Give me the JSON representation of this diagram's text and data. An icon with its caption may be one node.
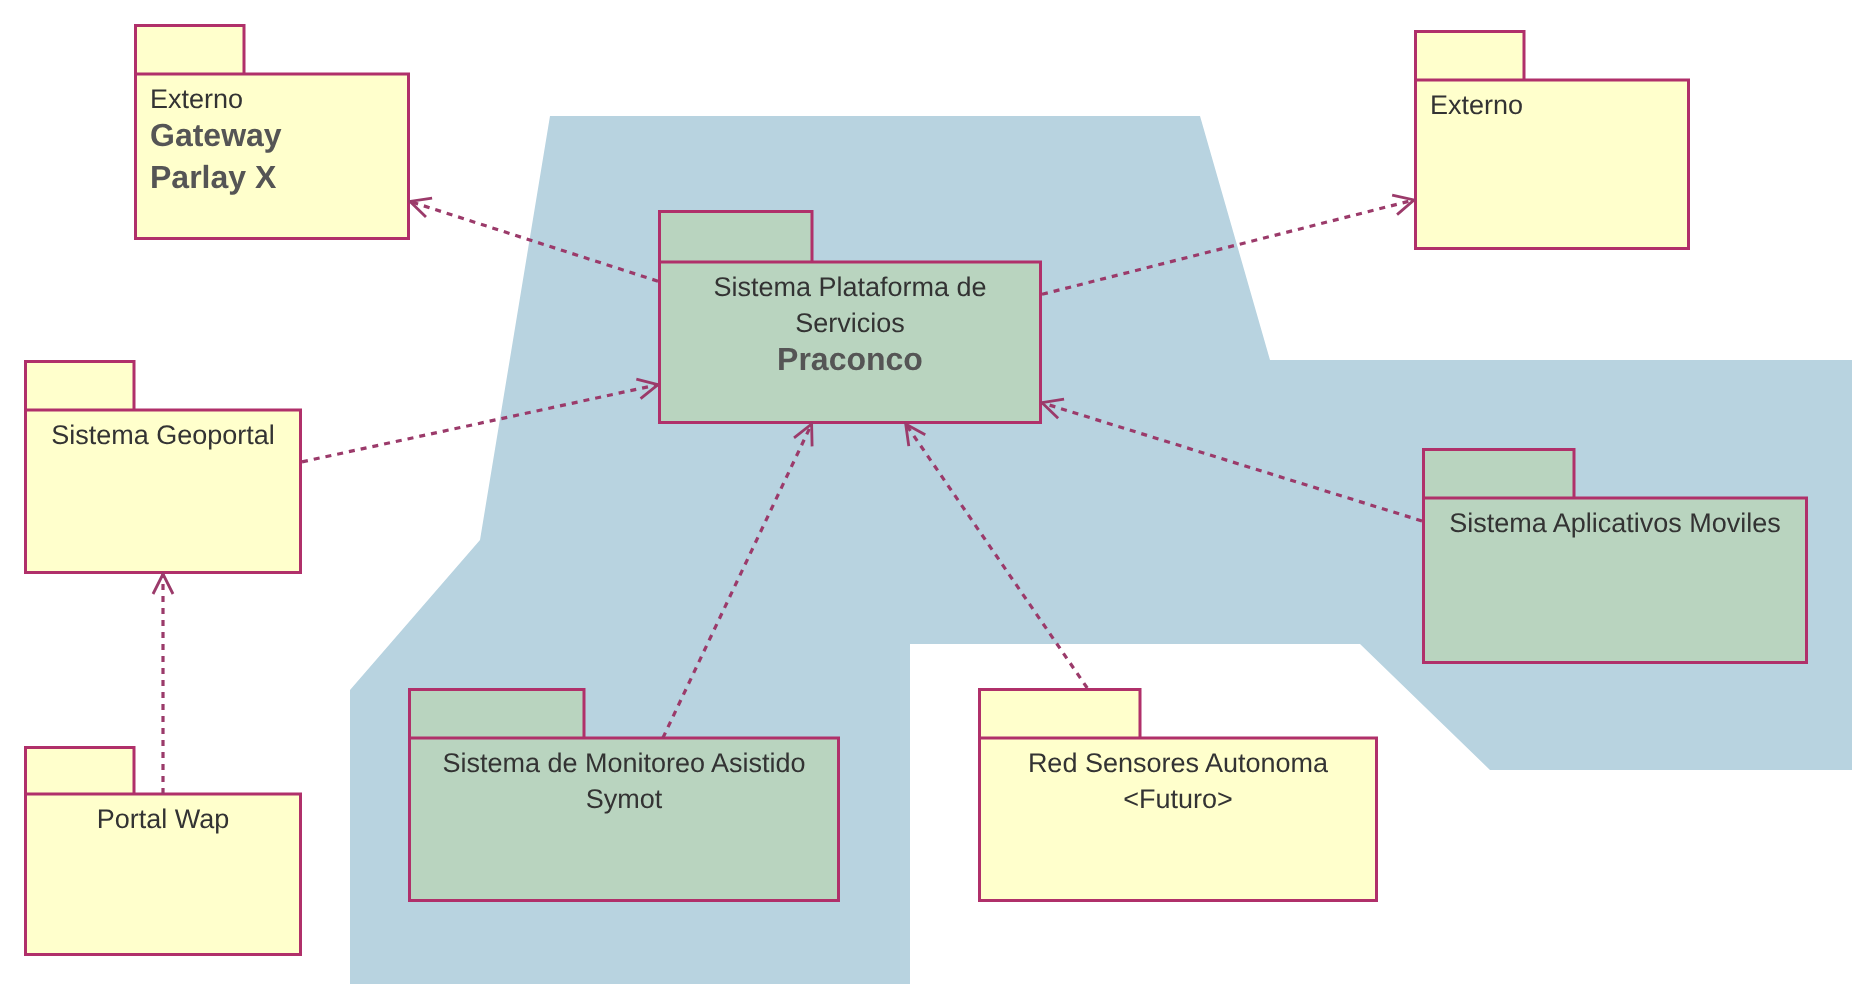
{
  "diagram": {
    "nodes": [
      {
        "text": [
          "Externo",
          "Gateway Parlay X"
        ]
      },
      {
        "text": [
          "Externo"
        ]
      },
      {
        "text": [
          "Sistema Plataforma de Servicios",
          "Praconco"
        ]
      },
      {
        "text": [
          "Sistema Geoportal"
        ]
      },
      {
        "text": [
          "Sistema Aplicativos Moviles"
        ]
      },
      {
        "text": [
          "Portal Wap"
        ]
      },
      {
        "text": [
          "Sistema de Monitoreo Asistido Symot"
        ]
      },
      {
        "text": [
          "Red Sensores Autonoma <Futuro>"
        ]
      }
    ],
    "edges": [
      {
        "from": 2,
        "to": 0,
        "arrow": "to"
      },
      {
        "from": 2,
        "to": 1,
        "arrow": "to"
      },
      {
        "from": 3,
        "to": 2,
        "arrow": "to"
      },
      {
        "from": 4,
        "to": 2,
        "arrow": "to"
      },
      {
        "from": 6,
        "to": 2,
        "arrow": "to"
      },
      {
        "from": 7,
        "to": 2,
        "arrow": "to"
      },
      {
        "from": 5,
        "to": 3,
        "arrow": "to"
      }
    ]
  }
}
